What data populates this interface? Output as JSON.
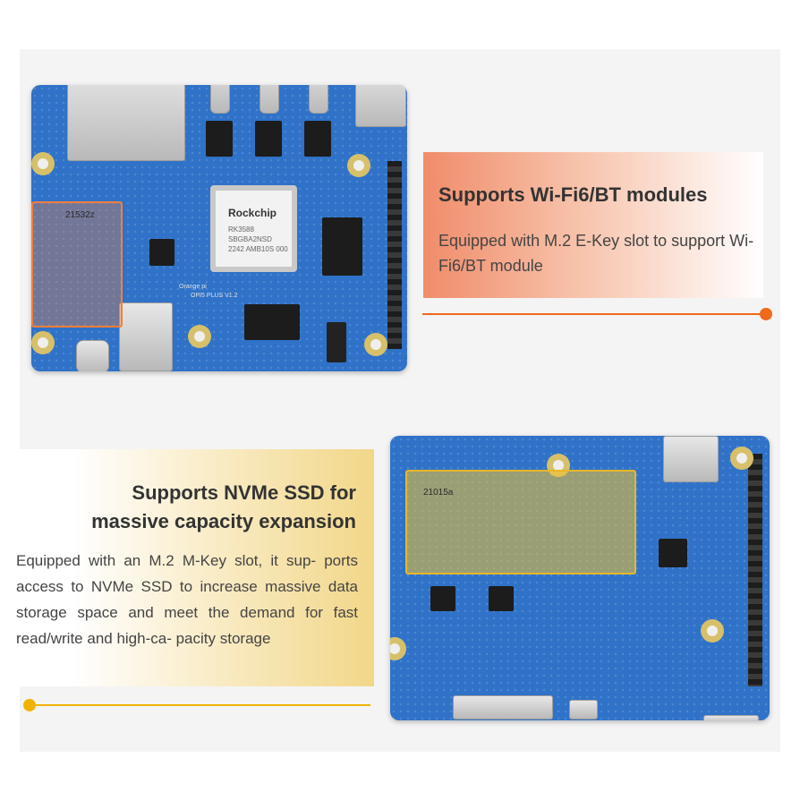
{
  "colors": {
    "accent_orange": "#ef6a1a",
    "accent_yellow": "#f0b400",
    "board_blue": "#2f72c8"
  },
  "feature_wifi": {
    "title": "Supports Wi-Fi6/BT modules",
    "description": "Equipped with M.2 E-Key slot to support Wi-Fi6/BT module"
  },
  "feature_nvme": {
    "title_line1": "Supports NVMe SSD for",
    "title_line2": "massive capacity expansion",
    "description": "Equipped with an M.2 M-Key slot, it sup- ports access to NVMe SSD to increase massive data storage space and meet the demand for fast read/write and high-ca- pacity storage"
  },
  "board_top": {
    "soc_brand": "Rockchip",
    "soc_model": "RK3588",
    "soc_info": "SBGBA2NSD 2242 AMB10S 000",
    "slot_label": "21532z",
    "board_label": "OPI5 PLUS V1.2",
    "logo": "Orange pi"
  },
  "board_bottom": {
    "slot_label": "21015a"
  },
  "icons": [
    "dot-icon",
    "dot-icon"
  ]
}
